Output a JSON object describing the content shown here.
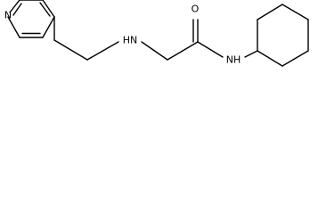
{
  "molecule": {
    "atom_labels": {
      "pyridine_nitrogen": "N",
      "amine_nitrogen": "HN",
      "carbonyl_oxygen": "O",
      "amide_nitrogen": "NH"
    },
    "colors": {
      "bond": "#000000",
      "label": "#000000",
      "background": "#ffffff"
    }
  }
}
